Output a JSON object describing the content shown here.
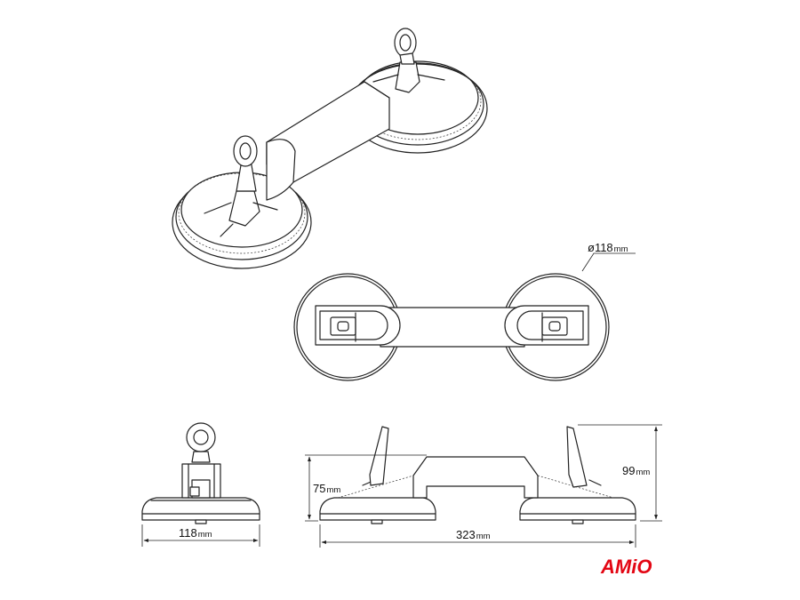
{
  "dimensions": {
    "diameter": {
      "value": "ø118",
      "unit": "mm"
    },
    "side_width": {
      "value": "118",
      "unit": "mm"
    },
    "total_length": {
      "value": "323",
      "unit": "mm"
    },
    "total_height": {
      "value": "99",
      "unit": "mm"
    },
    "base_height": {
      "value": "75",
      "unit": "mm"
    }
  },
  "brand": {
    "logo_text": "AMiO",
    "logo_color": "#e30613"
  },
  "views": [
    "isometric-view",
    "top-view",
    "side-view",
    "front-view"
  ]
}
